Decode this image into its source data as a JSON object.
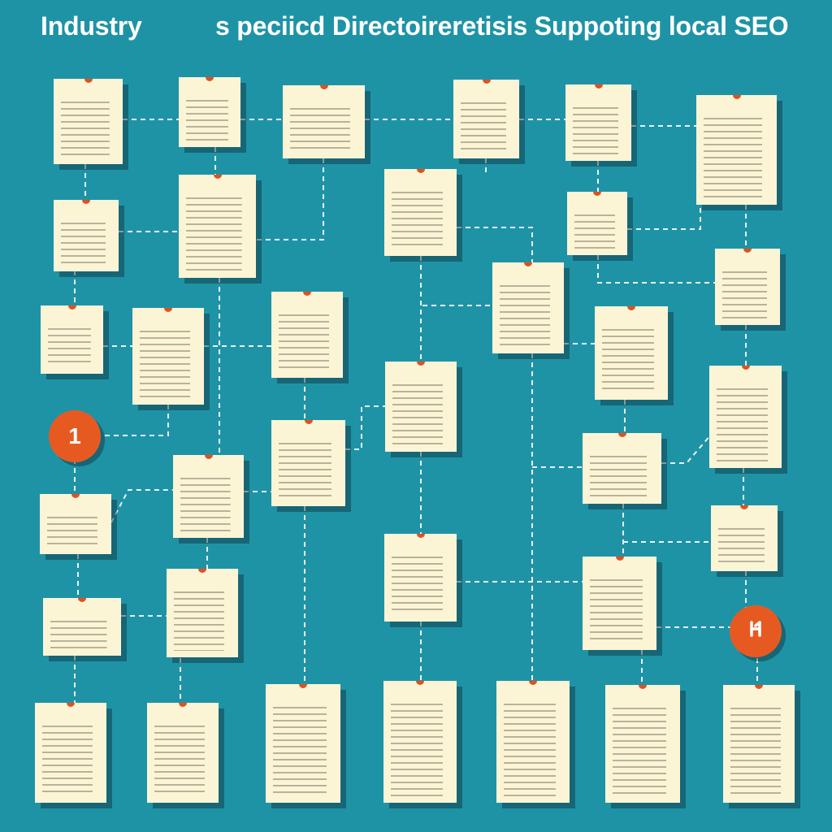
{
  "title": {
    "left": "Industry",
    "right": "s peciicd Directoireretisis Suppoting local SEO"
  },
  "colors": {
    "background": "#1f93a6",
    "card": "#fbf5d6",
    "pin": "#e2501f",
    "badge": "#e65a22",
    "connector": "#e8f4f2"
  },
  "badges": [
    {
      "label": "1"
    },
    {
      "label": ""
    }
  ],
  "cards": [
    "",
    "",
    "",
    "",
    "",
    "",
    "",
    "",
    "",
    "",
    "",
    "",
    "",
    "",
    "",
    "",
    "",
    "",
    "",
    "",
    "",
    "",
    "",
    "",
    "",
    "",
    "",
    "",
    "",
    "",
    "",
    "",
    "",
    "",
    ""
  ]
}
